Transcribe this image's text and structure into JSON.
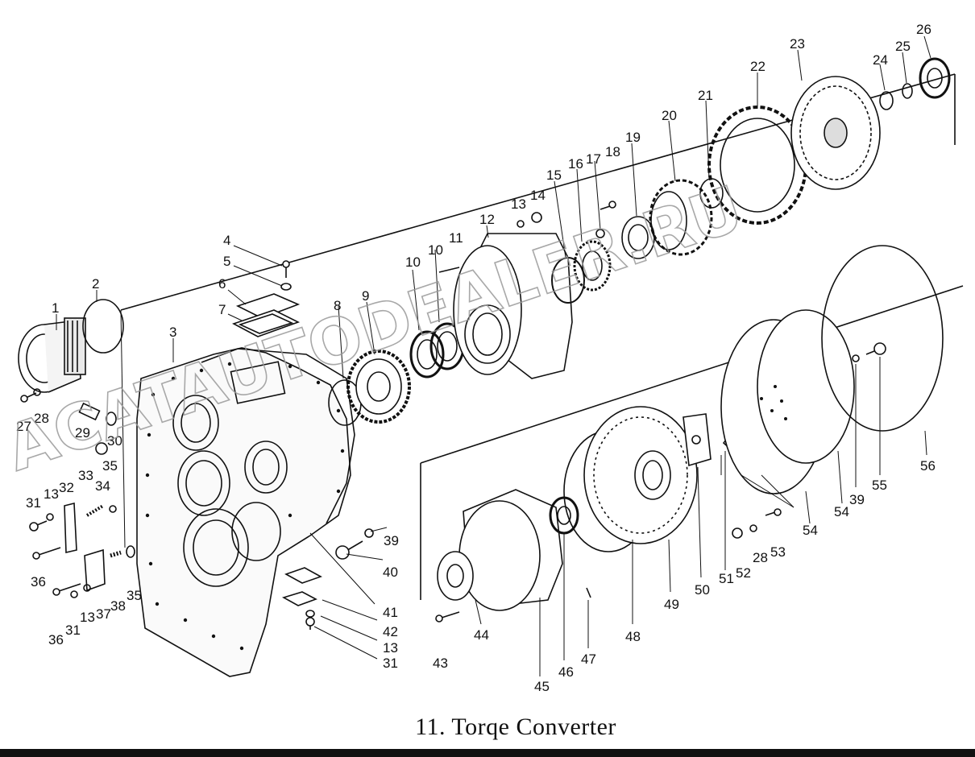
{
  "caption": "11. Torqe Converter",
  "watermark": "ACATAUTODEALER.RU",
  "callouts": [
    "1",
    "2",
    "3",
    "4",
    "5",
    "6",
    "7",
    "8",
    "9",
    "10",
    "10",
    "11",
    "12",
    "13",
    "14",
    "15",
    "16",
    "17",
    "18",
    "19",
    "20",
    "21",
    "22",
    "23",
    "24",
    "25",
    "26",
    "27",
    "28",
    "29",
    "30",
    "31",
    "13",
    "32",
    "33",
    "34",
    "35",
    "35",
    "36",
    "13",
    "37",
    "38",
    "39",
    "40",
    "41",
    "42",
    "13",
    "31",
    "36",
    "31",
    "43",
    "44",
    "45",
    "46",
    "47",
    "48",
    "49",
    "50",
    "51",
    "52",
    "28",
    "53",
    "54",
    "54",
    "39",
    "55",
    "56"
  ]
}
